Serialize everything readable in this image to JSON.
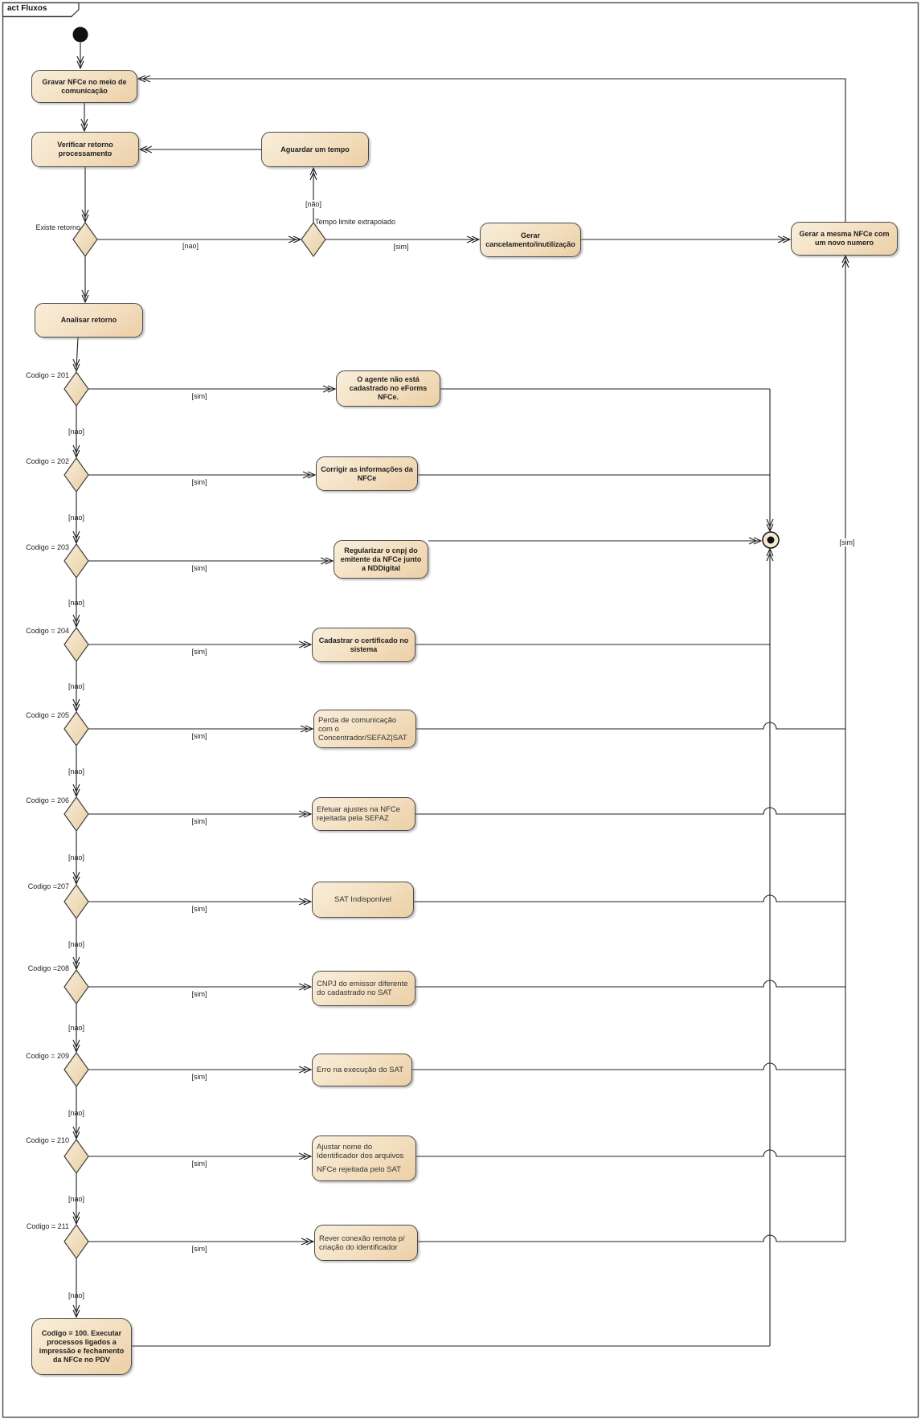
{
  "frame": {
    "title": "act Fluxos"
  },
  "top": {
    "gravar": "Gravar NFCe no meio de comunicação",
    "verificar": "Verificar retorno processamento",
    "aguardar": "Aguardar um tempo",
    "existe_retorno": "Existe retorno",
    "nao_plain": "[nao]",
    "nao_accent": "[não]",
    "tempo_limite": "Tempo limite extrapolado",
    "sim": "[sim]",
    "gerar_cancelamento": "Gerar cancelamento/inutilização",
    "gerar_mesma": "Gerar a mesma NFCe com um novo numero",
    "analisar": "Analisar retorno",
    "merge_sim": "[sim]"
  },
  "rows": [
    {
      "code": "Codigo = 201",
      "sim": "[sim]",
      "nao": "[nao]",
      "box_label": "O agente não está cadastrado no eForms NFCe."
    },
    {
      "code": "Codigo = 202",
      "sim": "[sim]",
      "nao": "[nao]",
      "box_label": "Corrigir as informações da NFCe"
    },
    {
      "code": "Codigo = 203",
      "sim": "[sim]",
      "nao": "[nao]",
      "box_label": "Regularizar o cnpj do emitente da NFCe junto a NDDigital"
    },
    {
      "code": "Codigo = 204",
      "sim": "[sim]",
      "nao": "[nao]",
      "box_label": "Cadastrar o certificado no sistema"
    },
    {
      "code": "Codigo = 205",
      "sim": "[sim]",
      "nao": "[nao]",
      "box_label": "Perda de comunicação com o Concentrador/SEFAZ|SAT"
    },
    {
      "code": "Codigo = 206",
      "sim": "[sim]",
      "nao": "[nao]",
      "box_label": "Efetuar ajustes na NFCe rejeitada pela SEFAZ"
    },
    {
      "code": "Codigo =207",
      "sim": "[sim]",
      "nao": "[nao]",
      "box_label": "SAT Indisponível"
    },
    {
      "code": "Codigo =208",
      "sim": "[sim]",
      "nao": "[nao]",
      "box_label": "CNPJ do emissor diferente do cadastrado no SAT"
    },
    {
      "code": "Codigo = 209",
      "sim": "[sim]",
      "nao": "[nao]",
      "box_label": "Erro na execução do SAT"
    },
    {
      "code": "Codigo = 210",
      "sim": "[sim]",
      "nao": "[nao]",
      "box_label": "Ajustar nome do Identificador dos arquivos",
      "box_label2": "NFCe rejeitada pelo SAT"
    },
    {
      "code": "Codigo = 211",
      "sim": "[sim]",
      "nao": "[nao]",
      "box_label": "Rever conexão remota p/ criação do identificador"
    }
  ],
  "final_box": "Codigo = 100. Executar processos ligados a impressão e fechamento da NFCe no PDV",
  "colors": {
    "box_border": "#4a4a4a",
    "box_fill_light": "#f9eeda",
    "box_fill_dark": "#eccfa6",
    "connector": "#1f1f1f",
    "final_node": "#111111"
  }
}
